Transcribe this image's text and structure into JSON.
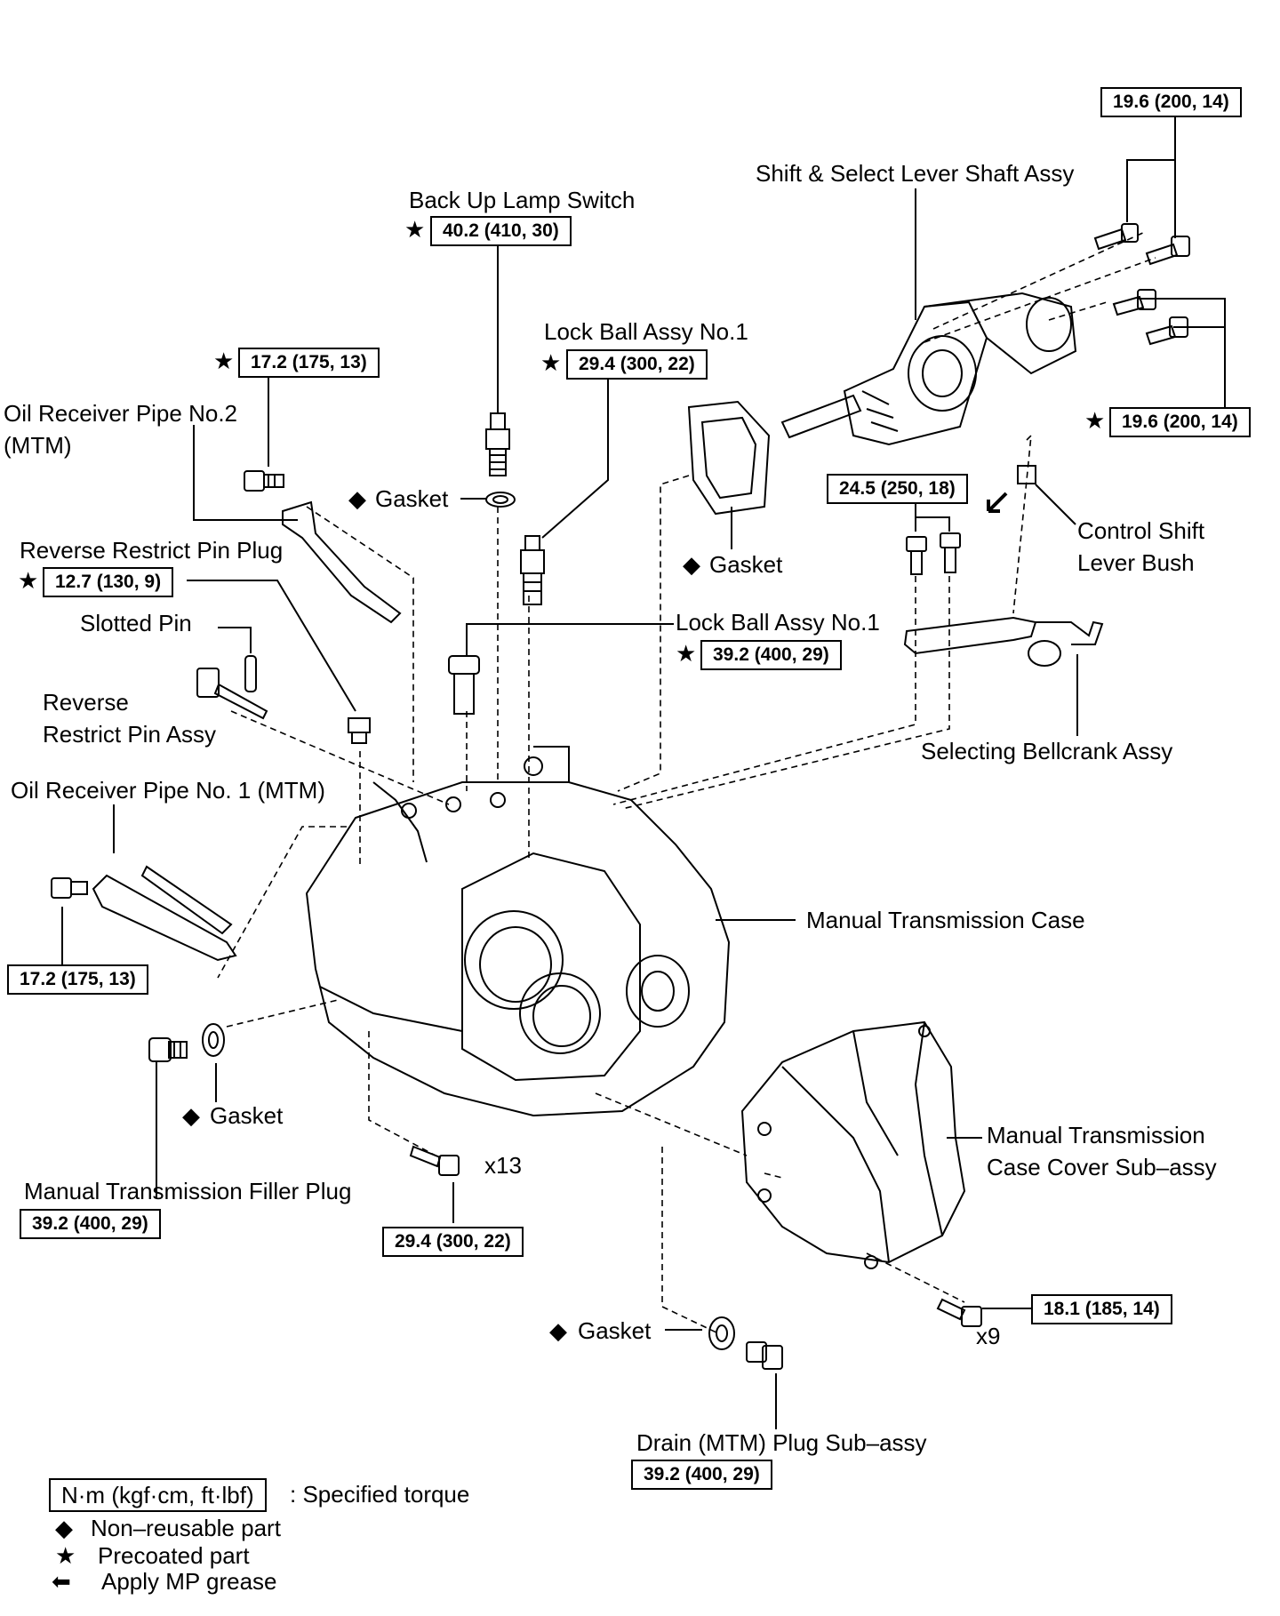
{
  "parts": {
    "back_up_lamp_switch": "Back Up Lamp Switch",
    "shift_select_lever_shaft": "Shift & Select Lever Shaft Assy",
    "lock_ball_assy_upper": "Lock Ball Assy No.1",
    "lock_ball_assy_lower": "Lock Ball Assy No.1",
    "oil_receiver_pipe_2_l1": "Oil Receiver Pipe No.2",
    "oil_receiver_pipe_2_l2": "(MTM)",
    "reverse_restrict_pin_plug": "Reverse Restrict Pin Plug",
    "slotted_pin": "Slotted Pin",
    "reverse_restrict_pin_assy_l1": "Reverse",
    "reverse_restrict_pin_assy_l2": "Restrict Pin Assy",
    "oil_receiver_pipe_1": "Oil Receiver Pipe No. 1 (MTM)",
    "gasket_top": "Gasket",
    "gasket_cover": "Gasket",
    "gasket_filler": "Gasket",
    "gasket_drain": "Gasket",
    "control_shift_bush_l1": "Control Shift",
    "control_shift_bush_l2": "Lever Bush",
    "selecting_bellcrank": "Selecting Bellcrank Assy",
    "mt_case": "Manual Transmission Case",
    "mt_case_cover_l1": "Manual Transmission",
    "mt_case_cover_l2": "Case Cover Sub–assy",
    "mt_filler_plug": "Manual Transmission Filler Plug",
    "drain_plug": "Drain (MTM) Plug Sub–assy",
    "qty_x13": "x13",
    "qty_x9": "x9"
  },
  "torques": {
    "t_shift_top": "19.6 (200, 14)",
    "t_shift_right": "19.6 (200, 14)",
    "t_back_up": "40.2 (410, 30)",
    "t_lock_ball_upper": "29.4 (300, 22)",
    "t_oil_pipe2": "17.2 (175, 13)",
    "t_bellcrank": "24.5 (250, 18)",
    "t_rev_plug": "12.7 (130, 9)",
    "t_lock_ball_lower": "39.2 (400, 29)",
    "t_oil_pipe1": "17.2 (175, 13)",
    "t_filler": "39.2 (400, 29)",
    "t_case_bolts": "29.4 (300, 22)",
    "t_cover_bolts": "18.1 (185, 14)",
    "t_drain": "39.2 (400, 29)"
  },
  "symbols": {
    "star": "★",
    "diamond": "◆",
    "arrow": "⬅"
  },
  "legend": {
    "unit_box": "N·m (kgf·cm, ft·lbf)",
    "unit_desc": ": Specified torque",
    "non_reusable": "Non–reusable part",
    "precoated": "Precoated part",
    "mp_grease": "Apply MP grease"
  }
}
